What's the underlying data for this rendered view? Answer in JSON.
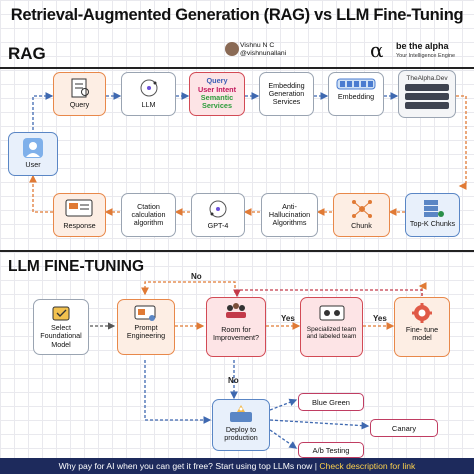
{
  "title": "Retrieval-Augmented Generation (RAG) vs LLM Fine-Tuning",
  "author": {
    "name": "Vishnu N C",
    "handle": "@vishnunallani"
  },
  "brand": {
    "name": "be the alpha",
    "tagline": "Your Intelligence Engine",
    "symbol": "α"
  },
  "rag": {
    "heading": "RAG",
    "user": "User",
    "query": "Query",
    "llm": "LLM",
    "intent": {
      "line1": "Query",
      "line2": "User Intent",
      "line3": "Semantic",
      "line4": "Services"
    },
    "embed_services": "Embedding Generation Services",
    "embedding": "Embedding",
    "db_label": "TheAlpha.Dev",
    "topk": "Top-K Chunks",
    "chunk": "Chunk",
    "anti": "Anti-Hallucination Algorithms",
    "gpt": "GPT-4",
    "citation": "Ctation calculation algorithm",
    "response": "Response"
  },
  "ft": {
    "heading": "LLM FINE-TUNING",
    "select": "Select Foundational Model",
    "prompt": "Prompt Engineering",
    "room": "Room for Improvement?",
    "team": "Specialized team and labeled team",
    "finetune": "Fine- tune model",
    "deploy": "Deploy to production",
    "yes1": "Yes",
    "yes2": "Yes",
    "no1": "No",
    "no2": "No",
    "strategies": [
      "Blue Green",
      "Canary",
      "A/b Testing"
    ]
  },
  "footer": {
    "text": "Why pay for AI when you can get it free? Start using top LLMs now | ",
    "link": "Check description for link"
  },
  "colors": {
    "blue": "#5a86c5",
    "orange": "#e8884a",
    "red": "#d24a55",
    "footer": "#1d2a5c"
  }
}
